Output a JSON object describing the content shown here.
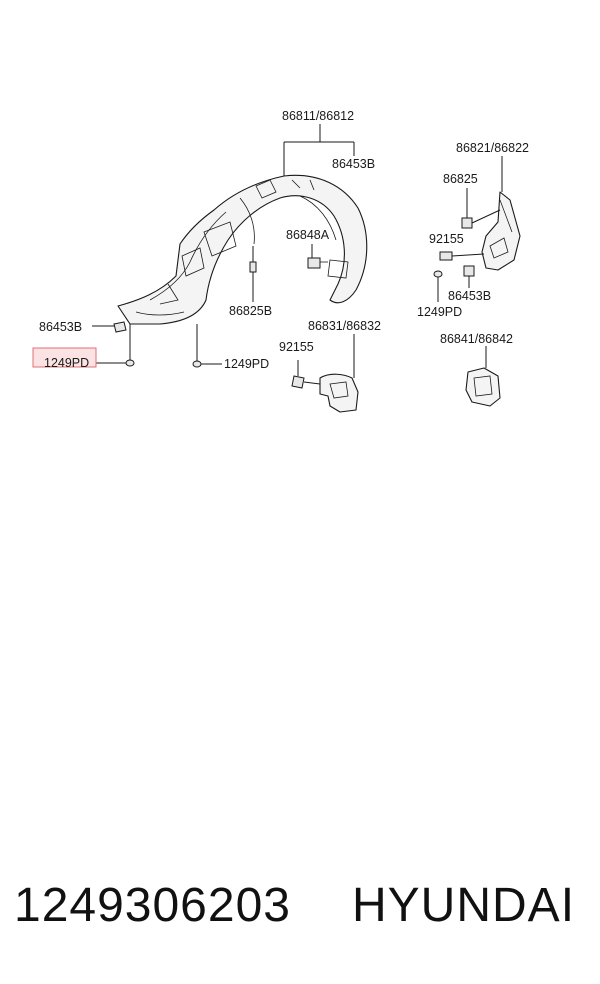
{
  "diagram": {
    "labels": {
      "lbl_86811": "86811/86812",
      "lbl_86453b_top": "86453B",
      "lbl_86848a": "86848A",
      "lbl_86825b": "86825B",
      "lbl_86453b_left": "86453B",
      "lbl_1249pd_hl": "1249PD",
      "lbl_1249pd_mid": "1249PD",
      "lbl_86831": "86831/86832",
      "lbl_92155_mid": "92155",
      "lbl_86821": "86821/86822",
      "lbl_86825": "86825",
      "lbl_92155_right": "92155",
      "lbl_86453b_right": "86453B",
      "lbl_1249pd_right": "1249PD",
      "lbl_86841": "86841/86842"
    },
    "highlight_color": "#e07070"
  },
  "caption": {
    "part_number": "1249306203",
    "brand": "HYUNDAI"
  }
}
